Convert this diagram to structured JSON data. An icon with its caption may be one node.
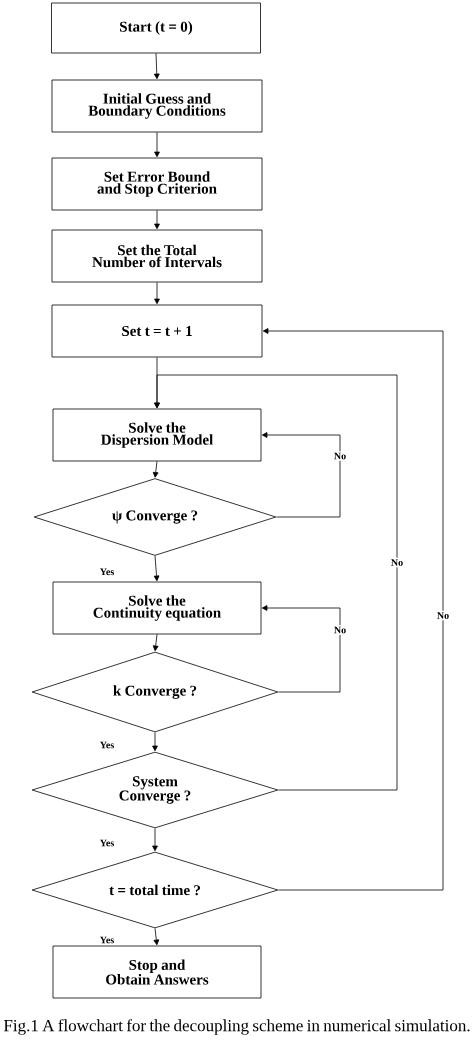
{
  "diagram": {
    "caption": "Fig.1 A flowchart for the decoupling scheme in numerical simulation.",
    "nodes": [
      {
        "text": [
          "Start (t = 0)"
        ]
      },
      {
        "text": [
          "Initial Guess and Boundary Conditions"
        ]
      },
      {
        "text": [
          "Set Error Bound and Stop Criterion"
        ]
      },
      {
        "text": [
          "Set the Total Number of Intervals"
        ]
      },
      {
        "text": [
          "Set t = t + 1"
        ]
      },
      {
        "text": [
          "Solve the Dispersion Model"
        ]
      },
      {
        "text": [
          "ψ Converge ?"
        ]
      },
      {
        "text": [
          "Solve the Continuity equation"
        ]
      },
      {
        "text": [
          "k Converge ?"
        ]
      },
      {
        "text": [
          "System Converge ?"
        ]
      },
      {
        "text": [
          "t = total time ?"
        ]
      },
      {
        "text": [
          "Stop and Obtain Answers"
        ]
      }
    ],
    "edges": [
      {
        "from": 0,
        "to": 1,
        "arrow": "to"
      },
      {
        "from": 1,
        "to": 2,
        "arrow": "to"
      },
      {
        "from": 2,
        "to": 3,
        "arrow": "to"
      },
      {
        "from": 3,
        "to": 4,
        "arrow": "to"
      },
      {
        "from": 4,
        "to": 5,
        "arrow": "to"
      },
      {
        "from": 5,
        "to": 6,
        "arrow": "to"
      },
      {
        "from": 6,
        "to": 5,
        "arrow": "to",
        "label": "No"
      },
      {
        "from": 6,
        "to": 7,
        "arrow": "to",
        "label": "Yes"
      },
      {
        "from": 7,
        "to": 8,
        "arrow": "to"
      },
      {
        "from": 8,
        "to": 7,
        "arrow": "to",
        "label": "No"
      },
      {
        "from": 8,
        "to": 9,
        "arrow": "to",
        "label": "Yes"
      },
      {
        "from": 9,
        "to": 5,
        "arrow": "to",
        "label": "No"
      },
      {
        "from": 9,
        "to": 10,
        "arrow": "to",
        "label": "Yes"
      },
      {
        "from": 10,
        "to": 4,
        "arrow": "to",
        "label": "No"
      },
      {
        "from": 10,
        "to": 11,
        "arrow": "to",
        "label": "Yes"
      }
    ]
  }
}
